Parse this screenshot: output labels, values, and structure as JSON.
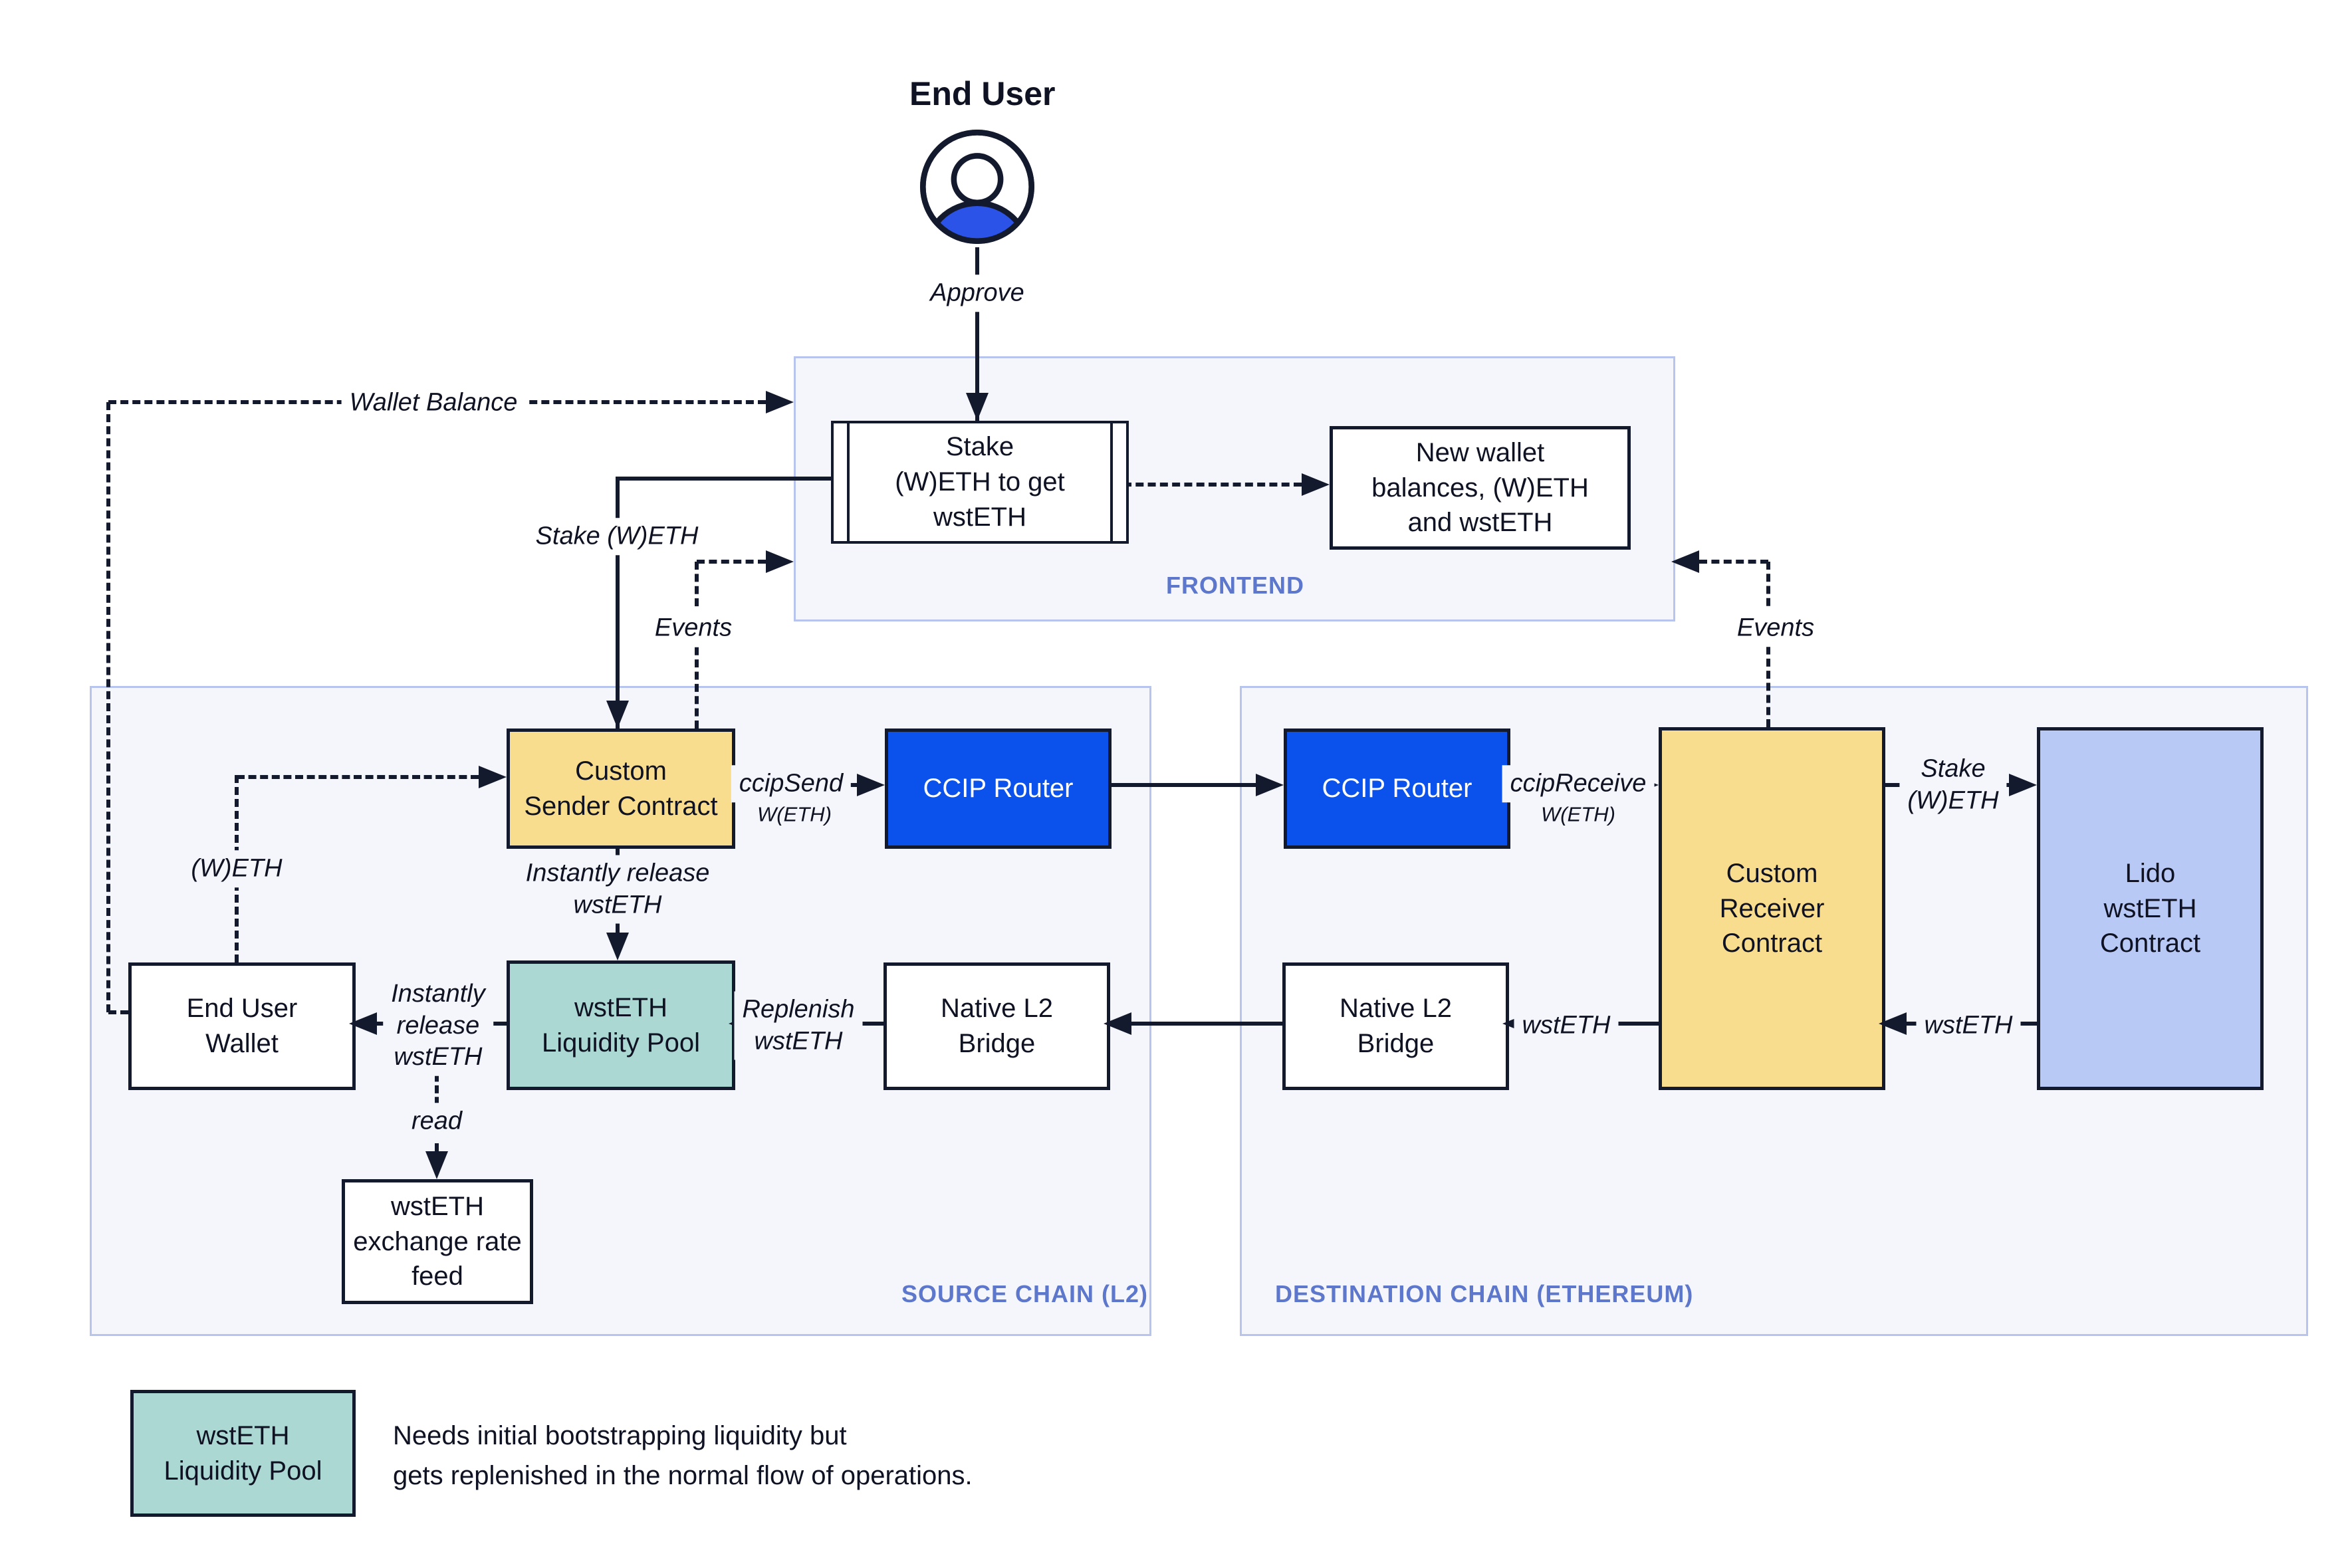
{
  "title": {
    "end_user": "End User"
  },
  "colors": {
    "node_border": "#141A2E",
    "arrow": "#141A2E",
    "yellow_node": "#F9DD8F",
    "blue_node": "#0B52EC",
    "teal_node": "#ACD8D3",
    "lavender_node": "#B9C9F6",
    "region_fill": "#F5F6FB",
    "region_border": "#B7C4EE",
    "region_label": "#5C77CB",
    "person_accent": "#2C53E8",
    "text": "#0F1222"
  },
  "regions": {
    "frontend": {
      "label": "FRONTEND"
    },
    "source": {
      "label": "SOURCE CHAIN (L2)"
    },
    "destination": {
      "label": "DESTINATION CHAIN (ETHEREUM)"
    }
  },
  "nodes": {
    "stake_action": {
      "label": "Stake\n(W)ETH to get\nwstETH"
    },
    "new_wallet": {
      "label": "New wallet\nbalances, (W)ETH\nand wstETH"
    },
    "custom_sender": {
      "label": "Custom\nSender Contract"
    },
    "ccip_router_source": {
      "label": "CCIP Router"
    },
    "ccip_router_dest": {
      "label": "CCIP Router"
    },
    "custom_receiver": {
      "label": "Custom\nReceiver\nContract"
    },
    "lido": {
      "label": "Lido\nwstETH\nContract"
    },
    "end_user_wallet": {
      "label": "End User\nWallet"
    },
    "liquidity_pool": {
      "label": "wstETH\nLiquidity Pool"
    },
    "bridge_source": {
      "label": "Native L2\nBridge"
    },
    "bridge_dest": {
      "label": "Native L2\nBridge"
    },
    "rate_feed": {
      "label": "wstETH\nexchange rate\nfeed"
    }
  },
  "edges": {
    "approve": "Approve",
    "wallet_balance": "Wallet Balance",
    "stake_weth": "Stake (W)ETH",
    "events_source": "Events",
    "events_dest": "Events",
    "ccip_send": "ccipSend",
    "ccip_send_asset": "W(ETH)",
    "ccip_receive": "ccipReceive",
    "ccip_receive_asset": "W(ETH)",
    "stake_weth_dest": "Stake\n(W)ETH",
    "wsteth_from_lido": "wstETH",
    "wsteth_to_bridge": "wstETH",
    "instantly_release": "Instantly release\nwstETH",
    "instantly_release_wallet": "Instantly\nrelease\nwstETH",
    "replenish": "Replenish\nwstETH",
    "read": "read",
    "weth": "(W)ETH"
  },
  "legend": {
    "box_label": "wstETH\nLiquidity Pool",
    "text": "Needs initial bootstrapping liquidity but\ngets replenished in the normal flow of operations."
  }
}
